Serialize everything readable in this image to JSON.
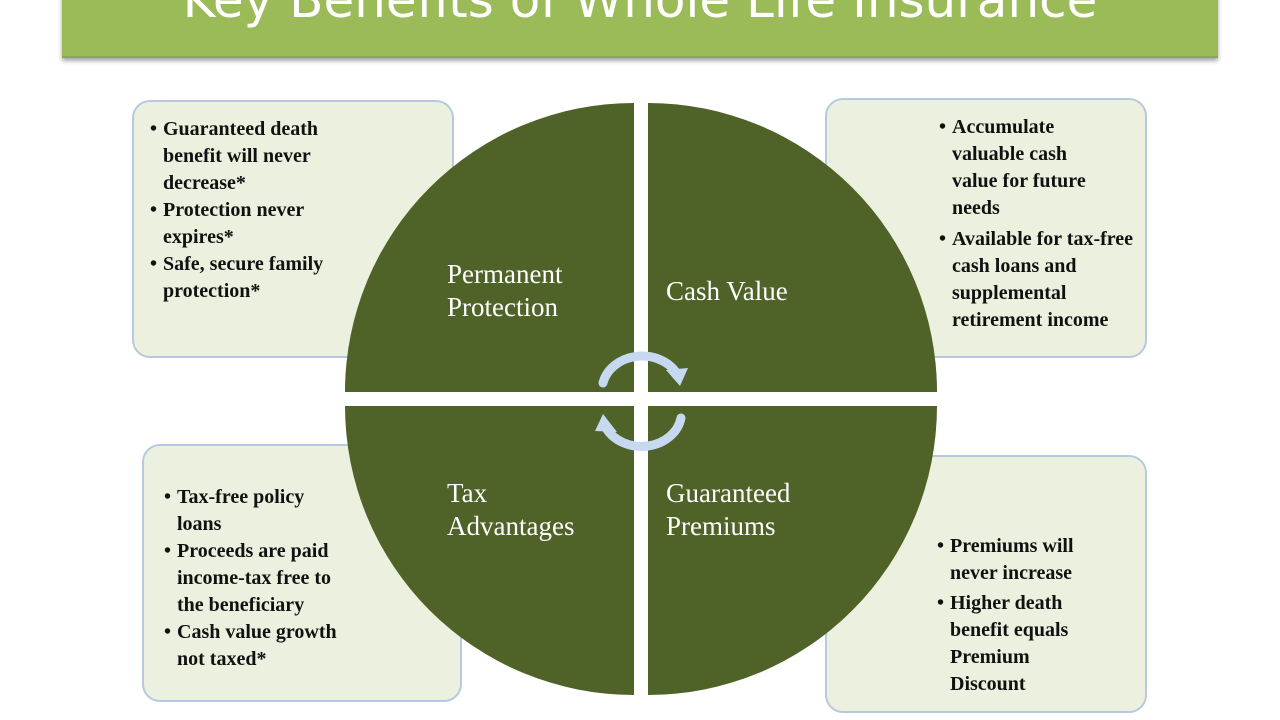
{
  "title": "Key Benefits of Whole Life Insurance",
  "colors": {
    "title_bar": "#9bbb59",
    "quadrant": "#4f6228",
    "box_fill": "#ebf1de",
    "box_border": "#b7c9e0",
    "arrow": "#c6d9f1"
  },
  "quadrants": [
    {
      "label_lines": [
        "Permanent",
        "Protection"
      ]
    },
    {
      "label_lines": [
        "Cash Value"
      ]
    },
    {
      "label_lines": [
        "Tax",
        "Advantages"
      ]
    },
    {
      "label_lines": [
        "Guaranteed",
        "Premiums"
      ]
    }
  ],
  "boxes": {
    "top_left": [
      "Guaranteed death benefit will never decrease*",
      "Protection never expires*",
      "Safe, secure family protection*"
    ],
    "top_right": [
      "Accumulate valuable cash value for future needs",
      "Available for tax-free cash loans and supplemental retirement income"
    ],
    "bottom_left": [
      "Tax-free policy loans",
      "Proceeds are paid income-tax free to the beneficiary",
      "Cash value growth not taxed*"
    ],
    "bottom_right": [
      "Premiums will never increase",
      "Higher death benefit equals Premium Discount"
    ]
  }
}
